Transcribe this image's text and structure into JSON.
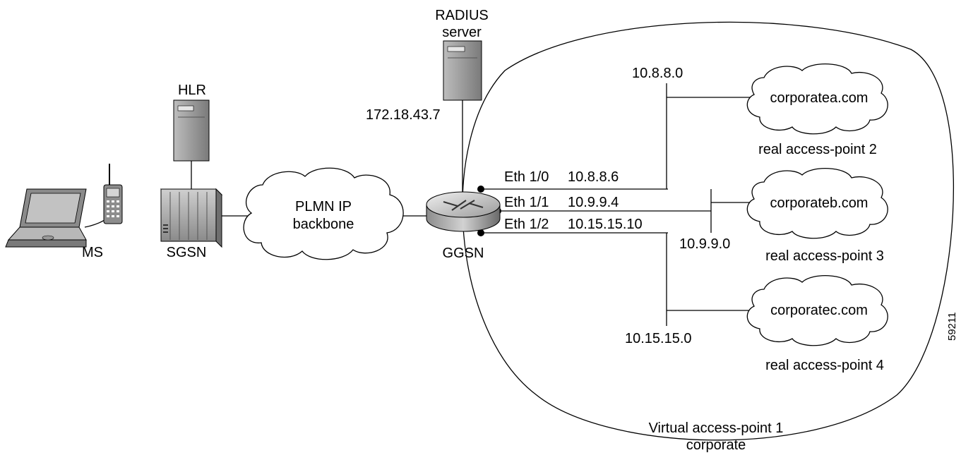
{
  "nodes": {
    "ms": {
      "label": "MS",
      "icon": "laptop-phone-icon"
    },
    "hlr": {
      "label": "HLR",
      "icon": "server-tower-icon"
    },
    "sgsn": {
      "label": "SGSN",
      "icon": "switch-chassis-icon"
    },
    "plmn": {
      "label_line1": "PLMN IP",
      "label_line2": "backbone",
      "icon": "cloud-icon"
    },
    "radius": {
      "label_line1": "RADIUS",
      "label_line2": "server",
      "ip": "172.18.43.7",
      "icon": "server-tower-icon"
    },
    "ggsn": {
      "label": "GGSN",
      "icon": "router-icon"
    }
  },
  "interfaces": [
    {
      "name": "Eth 1/0",
      "ip": "10.8.8.6"
    },
    {
      "name": "Eth 1/1",
      "ip": "10.9.9.4"
    },
    {
      "name": "Eth 1/2",
      "ip": "10.15.15.10"
    }
  ],
  "networks": [
    "10.8.8.0",
    "10.9.9.0",
    "10.15.15.0"
  ],
  "access_points": [
    {
      "domain": "corporatea.com",
      "label": "real access-point 2"
    },
    {
      "domain": "corporateb.com",
      "label": "real access-point 3"
    },
    {
      "domain": "corporatec.com",
      "label": "real access-point 4"
    }
  ],
  "virtual_ap": {
    "line1": "Virtual access-point 1",
    "line2": "corporate"
  },
  "figure_id": "59211",
  "colors": {
    "line": "#000000",
    "device_dark": "#6e6e6e",
    "device_light": "#d9d9d9"
  }
}
